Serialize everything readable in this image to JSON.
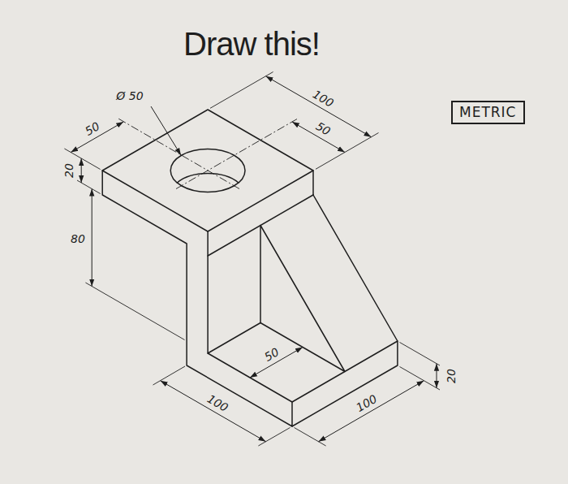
{
  "diagram": {
    "title": "Draw this!",
    "nodes": [
      {
        "text": [
          "METRIC"
        ]
      }
    ],
    "labels": [
      "Ø 50",
      "100",
      "50",
      "50",
      "20",
      "80",
      "50",
      "100",
      "100",
      "20"
    ]
  }
}
